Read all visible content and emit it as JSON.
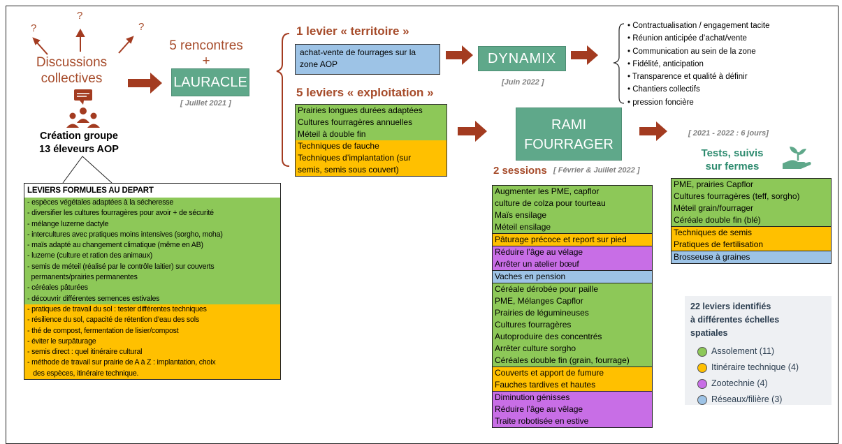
{
  "start": {
    "title_line1": "Discussions",
    "title_line2": "collectives",
    "question": "?",
    "group_line1": "Création groupe",
    "group_line2": "13 éleveurs AOP"
  },
  "lauracle": {
    "top_line1": "5 rencontres",
    "top_line2": "+",
    "name": "LAURACLE",
    "date": "[ Juillet 2021 ]"
  },
  "territoire": {
    "heading": "1 levier « territoire »",
    "item": "achat-vente de fourrages sur la zone AOP"
  },
  "dynamix": {
    "name": "DYNAMIX",
    "date": "[Juin 2022 ]",
    "bullets": [
      "Contractualisation / engagement tacite",
      "Réunion anticipée d’achat/vente",
      "Communication au sein de la zone",
      "Fidélité, anticipation",
      "Transparence et qualité à définir",
      "Chantiers collectifs",
      "pression foncière"
    ]
  },
  "exploitation": {
    "heading": "5 leviers « exploitation »",
    "green": [
      "Prairies longues durées adaptées",
      "Cultures fourragères annuelles",
      "Méteil à double fin"
    ],
    "orange": [
      "Techniques de fauche",
      "Techniques d’implantation (sur",
      "semis, semis sous couvert)"
    ]
  },
  "rami": {
    "line1": "RAMI",
    "line2": "FOURRAGER",
    "sessions": "2 sessions",
    "date": "[ Février & Juillet 2022 ]",
    "green1": [
      "Augmenter les PME, capflor",
      "culture de colza pour tourteau",
      "Maïs ensilage",
      "Méteil ensilage"
    ],
    "orange1": [
      "Pâturage précoce et report sur pied"
    ],
    "purple1": [
      "Réduire l’âge au vélage",
      "Arrêter un atelier bœuf"
    ],
    "blue1": [
      "Vaches en pension"
    ],
    "green2": [
      "Céréale dérobée pour paille",
      "PME, Mélanges Capflor",
      "Prairies de légumineuses",
      "Cultures fourragères",
      "Autoproduire des concentrés",
      "Arrêter culture sorgho",
      "Céréales double fin (grain, fourrage)"
    ],
    "orange2": [
      "Couverts et apport de fumure",
      "Fauches tardives et hautes"
    ],
    "purple2": [
      "Diminution génisses",
      "Réduire l’âge au vêlage",
      "Traite robotisée en estive"
    ]
  },
  "tests": {
    "date": "[ 2021 - 2022 : 6 jours]",
    "title_line1": "Tests, suivis",
    "title_line2": "sur fermes",
    "green": [
      "PME, prairies Capflor",
      "Cultures fourragères (teff, sorgho)",
      "Méteil grain/fourrager",
      "Céréale double fin (blé)"
    ],
    "orange": [
      "Techniques de semis",
      "Pratiques de fertilisation"
    ],
    "blue": [
      "Brosseuse à graines"
    ]
  },
  "depart": {
    "title": "LEVIERS FORMULES AU DEPART",
    "green": [
      "- espèces végétales adaptées à la sécheresse",
      "- diversifier les cultures fourragères pour avoir + de sécurité",
      "- mélange luzerne dactyle",
      "- intercultures avec pratiques moins intensives (sorgho, moha)",
      "- maïs adapté au changement climatique (même en AB)",
      "- luzerne (culture et ration des animaux)",
      "- semis de méteil (réalisé par le contrôle laitier) sur couverts",
      "  permanents/prairies permanentes",
      "- céréales pâturées",
      "- découvrir différentes semences estivales"
    ],
    "orange": [
      "- pratiques de travail du sol : tester différentes techniques",
      "- résilience du sol, capacité de rétention d’eau des sols",
      "- thé de compost, fermentation de lisier/compost",
      "- éviter le surpâturage",
      "- semis direct : quel itinéraire cultural",
      "- méthode de travail sur prairie de A à Z : implantation, choix",
      "   des espèces, itinéraire technique."
    ]
  },
  "legend": {
    "title_line1": "22 leviers identifiés",
    "title_line2": "à différentes échelles",
    "title_line3": "spatiales",
    "items": [
      {
        "label": "Assolement  (11)",
        "color": "#8dc858"
      },
      {
        "label": "Itinéraire technique  (4)",
        "color": "#ffc000"
      },
      {
        "label": "Zootechnie  (4)",
        "color": "#c86ee6"
      },
      {
        "label": "Réseaux/filière  (3)",
        "color": "#9dc3e6"
      }
    ]
  },
  "colors": {
    "arrow": "#a33b20",
    "teal": "#5fa88a"
  }
}
